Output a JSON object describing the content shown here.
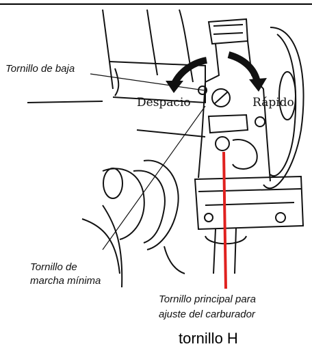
{
  "labels": {
    "low_screw": "Tornillo de baja",
    "slow": "Despacio",
    "fast": "Rápido",
    "idle_line1": "Tornillo de",
    "idle_line2": "marcha mínima",
    "main_line1": "Tornillo principal para",
    "main_line2": "ajuste del carburador",
    "h_screw": "tornillo H"
  },
  "colors": {
    "ink": "#111111",
    "highlight": "#e0211f"
  }
}
